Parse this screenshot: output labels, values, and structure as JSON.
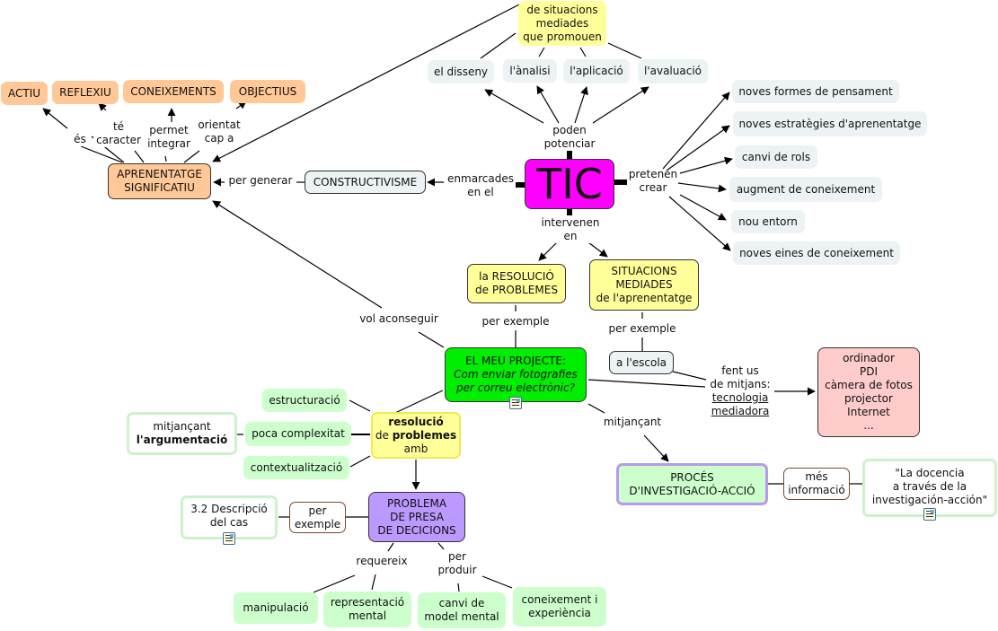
{
  "concept_map": {
    "central": "TIC",
    "nodes": {
      "situacions_top": [
        "de situacions",
        "mediades",
        "que promouen"
      ],
      "el_disseny": "el disseny",
      "lanalisi": "l'ànalisi",
      "laplicacio": "l'aplicació",
      "lavaluacio": "l'avaluació",
      "actiu": "ACTIU",
      "reflexiu": "REFLEXIU",
      "coneixements": "CONEIXEMENTS",
      "objectius": "OBJECTIUS",
      "aprenentatge": [
        "APRENENTATGE",
        "SIGNIFICATIU"
      ],
      "constructivisme": "CONSTRUCTIVISME",
      "noves_formes": "noves formes de pensament",
      "noves_estrategies": "noves estratègies d'aprenentatge",
      "canvi_rols": "canvi de rols",
      "augment": "augment de coneixement",
      "nou_entorn": "nou entorn",
      "noves_eines": "noves eines de coneixement",
      "resolucio_problemes": [
        "la RESOLUCIÓ",
        "de PROBLEMES"
      ],
      "situacions_mediades": [
        "SITUACIONS",
        "MEDIADES",
        "de l'aprenentatge"
      ],
      "a_lescola": "a l'escola",
      "projecte": {
        "title": "EL MEU PROJECTE:",
        "subtitle": [
          "Com enviar fotografies",
          "per correu electrònic?"
        ]
      },
      "mitjans": [
        "ordinador",
        "PDI",
        "càmera de fotos",
        "projector",
        "Internet",
        "..."
      ],
      "estructuracio": "estructuració",
      "poca_complexitat": "poca complexitat",
      "contextualitzacio": "contextualització",
      "argumentacio": {
        "line1": "mitjançant",
        "line2": "l'argumentació"
      },
      "resolucio_amb": {
        "bold1": "resolució",
        "pre2": "de ",
        "bold2": "problemes",
        "line3": "amb"
      },
      "proces": [
        "PROCÉS",
        "D'INVESTIGACIÓ-ACCIÓ"
      ],
      "mes_informacio": [
        "més",
        "informació"
      ],
      "docencia": [
        "\"La docencia",
        "a través de la",
        "investigación-acción\""
      ],
      "descripcio": [
        "3.2 Descripció",
        "del cas"
      ],
      "per_exemple_box": [
        "per",
        "exemple"
      ],
      "presa_decicions": [
        "PROBLEMA",
        "DE PRESA",
        "DE DECICIONS"
      ],
      "manipulacio": "manipulació",
      "representacio": [
        "representació",
        "mental"
      ],
      "canvi_model": [
        "canvi de",
        "model mental"
      ],
      "coneixement_exp": [
        "coneixement i",
        "experiència"
      ]
    },
    "links": {
      "poden_potenciar": [
        "poden",
        "potenciar"
      ],
      "es": "és",
      "te_caracter": [
        "té",
        "caracter"
      ],
      "permet_integrar": [
        "permet",
        "integrar"
      ],
      "orientat": [
        "orientat",
        "cap a"
      ],
      "per_generar": "per generar",
      "enmarcades": [
        "enmarcades",
        "en el"
      ],
      "pretenen_crear": [
        "pretenen",
        "crear"
      ],
      "intervenen": [
        "intervenen",
        "en"
      ],
      "per_exemple_1": "per exemple",
      "per_exemple_2": "per exemple",
      "vol_aconseguir": "vol aconseguir",
      "fent_us": [
        "fent us",
        "de mitjans:"
      ],
      "tecnologia": [
        "tecnologia",
        "mediadora"
      ],
      "mitjancant": "mitjançant",
      "requereix": "requereix",
      "per_produir": [
        "per",
        "produir"
      ]
    }
  }
}
